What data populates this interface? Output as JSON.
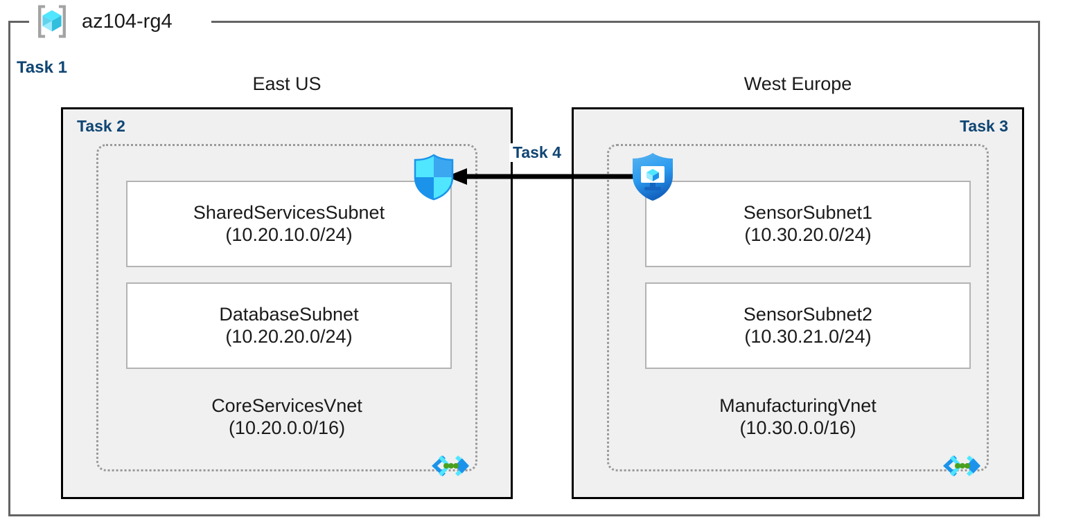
{
  "diagram": {
    "type": "azure-network-architecture",
    "resource_group": {
      "name": "az104-rg4",
      "icon": "resource-group-icon",
      "task_label": "Task 1"
    },
    "accent_colors": {
      "task_label": "#0f4573",
      "box_border": "#000000",
      "box_fill": "#f0f0f0",
      "vnet_border": "#9a9a9a",
      "subnet_border": "#b3b3b3",
      "frame_border": "#636363",
      "azure_blue": "#1b93eb",
      "azure_cyan": "#50e6ff",
      "vnet_dot_green": "#4aa01e"
    },
    "regions": [
      {
        "id": "east-us",
        "label": "East US",
        "task_label": "Task 2",
        "task_label_align": "left",
        "vnet": {
          "name": "CoreServicesVnet",
          "cidr": "(10.20.0.0/16)",
          "icon": "virtual-network-icon",
          "subnets": [
            {
              "name": "SharedServicesSubnet",
              "cidr": "(10.20.10.0/24)"
            },
            {
              "name": "DatabaseSubnet",
              "cidr": "(10.20.20.0/24)"
            }
          ]
        }
      },
      {
        "id": "west-europe",
        "label": "West Europe",
        "task_label": "Task 3",
        "task_label_align": "right",
        "vnet": {
          "name": "ManufacturingVnet",
          "cidr": "(10.30.0.0/16)",
          "icon": "virtual-network-icon",
          "subnets": [
            {
              "name": "SensorSubnet1",
              "cidr": "(10.30.20.0/24)"
            },
            {
              "name": "SensorSubnet2",
              "cidr": "(10.30.21.0/24)"
            }
          ]
        }
      }
    ],
    "icons": {
      "ddos_shield": "shield-icon",
      "defender_shield": "shield-monitor-icon"
    },
    "connection": {
      "task_label": "Task 4",
      "direction": "right-to-left",
      "arrow": "peering-arrow-icon"
    }
  }
}
